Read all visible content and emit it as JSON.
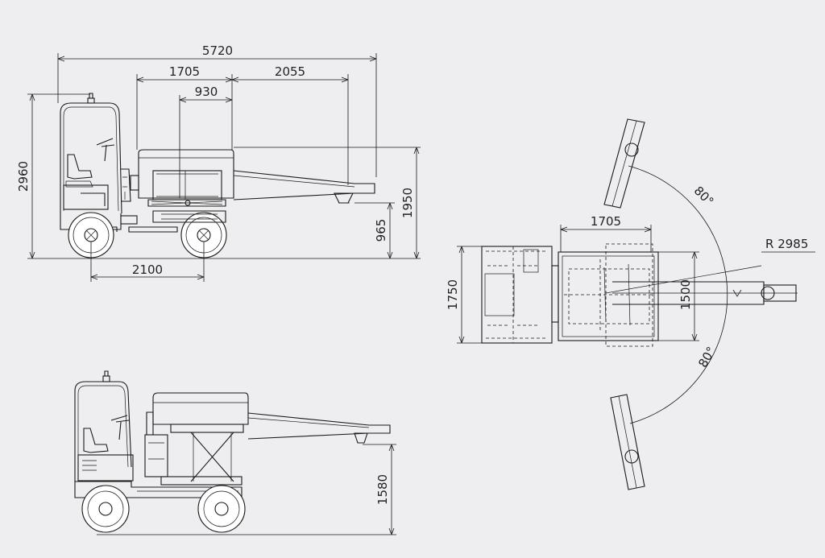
{
  "diagram": {
    "views": {
      "side_raised": {
        "dims": {
          "overall_length": "5720",
          "box_length": "1705",
          "conveyor_length": "2055",
          "offset": "930",
          "height": "2960",
          "conveyor_height": "1950",
          "platform_height": "965",
          "wheelbase": "2100"
        }
      },
      "side_lowered": {
        "dims": {
          "lowered_height": "1580"
        }
      },
      "top": {
        "dims": {
          "box_length": "1705",
          "width": "1750",
          "box_width": "1500",
          "radius": "R 2985",
          "angle_upper": "80°",
          "angle_lower": "80°"
        }
      }
    }
  }
}
